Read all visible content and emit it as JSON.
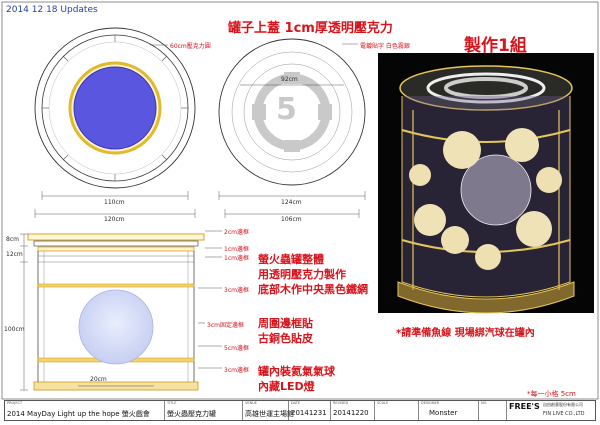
{
  "header": {
    "date": "2014 12 18 Updates"
  },
  "lid": {
    "title": "罐子上蓋 1cm厚透明壓克力",
    "note": "電鍍貼字 白色霧銀"
  },
  "production": {
    "title": "製作1組"
  },
  "top_view": {
    "inner_label": "60cm壓克力圓",
    "w_inner": "110cm",
    "w_outer": "120cm"
  },
  "lid_view": {
    "inner": "92cm",
    "outer1": "124cm",
    "outer2": "106cm",
    "logo": "5"
  },
  "side_view": {
    "left_top": "8cm",
    "left_mid": "12cm",
    "height": "100cm",
    "ball": "20cm",
    "e1": "2cm邊框",
    "e2": "1cm邊框",
    "e3": "1cm邊框",
    "e4": "3cm邊框",
    "e5": "3cm固定邊框",
    "e6": "5cm邊框",
    "e7": "3cm邊框"
  },
  "notes": {
    "n1": "螢火蟲罐整體",
    "n2": "用透明壓克力製作",
    "n3": "底部木作中央黑色鐵網",
    "n4": "周圍邊框貼",
    "n5": "古銅色貼皮",
    "n6": "罐內裝氦氣氣球",
    "n7": "內藏LED燈",
    "prepare": "*請準備魚線 現場綁汽球在罐內",
    "grid": "*每一小格 5cm"
  },
  "title_block": {
    "project_caption": "PROJECT",
    "project": "2014 MayDay Light up the hope 螢火戲會",
    "title_caption": "TITLE",
    "title": "螢火蟲壓克力罐",
    "venue_caption": "VENUE",
    "venue": "高雄世運主場館",
    "date_caption": "DATE",
    "date": "20141231",
    "revised_caption": "REVISED",
    "revised": "20141220",
    "scale_caption": "SCALE",
    "scale": "",
    "designer_caption": "DESIGNER",
    "designer": "Monster",
    "no_caption": "NO.",
    "company": "FREE'S",
    "company_sub": "FIN LIVE CO.,LTD",
    "company_cn": "自由創意股份有限公司"
  }
}
